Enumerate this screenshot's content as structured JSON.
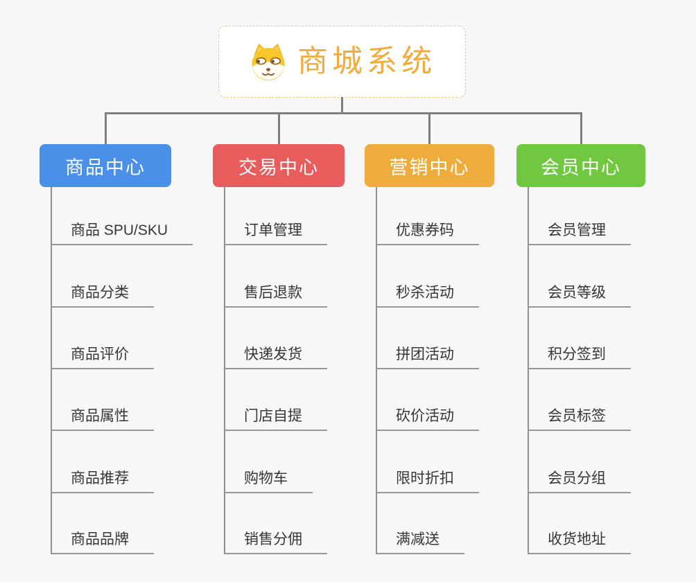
{
  "diagram": {
    "root": {
      "title": "商城系统",
      "icon": "shiba-dog-icon",
      "text_color": "#F2AC3E",
      "border_color": "#F0C37E"
    },
    "branches": [
      {
        "label": "商品中心",
        "color": "#4A90E8",
        "items": [
          "商品 SPU/SKU",
          "商品分类",
          "商品评价",
          "商品属性",
          "商品推荐",
          "商品品牌"
        ]
      },
      {
        "label": "交易中心",
        "color": "#E85C5C",
        "items": [
          "订单管理",
          "售后退款",
          "快递发货",
          "门店自提",
          "购物车",
          "销售分佣"
        ]
      },
      {
        "label": "营销中心",
        "color": "#EEAC3D",
        "items": [
          "优惠券码",
          "秒杀活动",
          "拼团活动",
          "砍价活动",
          "限时折扣",
          "满减送"
        ]
      },
      {
        "label": "会员中心",
        "color": "#70C840",
        "items": [
          "会员管理",
          "会员等级",
          "积分签到",
          "会员标签",
          "会员分组",
          "收货地址"
        ]
      }
    ],
    "colors": {
      "background": "#F7F7F7",
      "connector": "#7F7F7F",
      "leaf_line": "#969696",
      "leaf_text": "#363636"
    }
  }
}
